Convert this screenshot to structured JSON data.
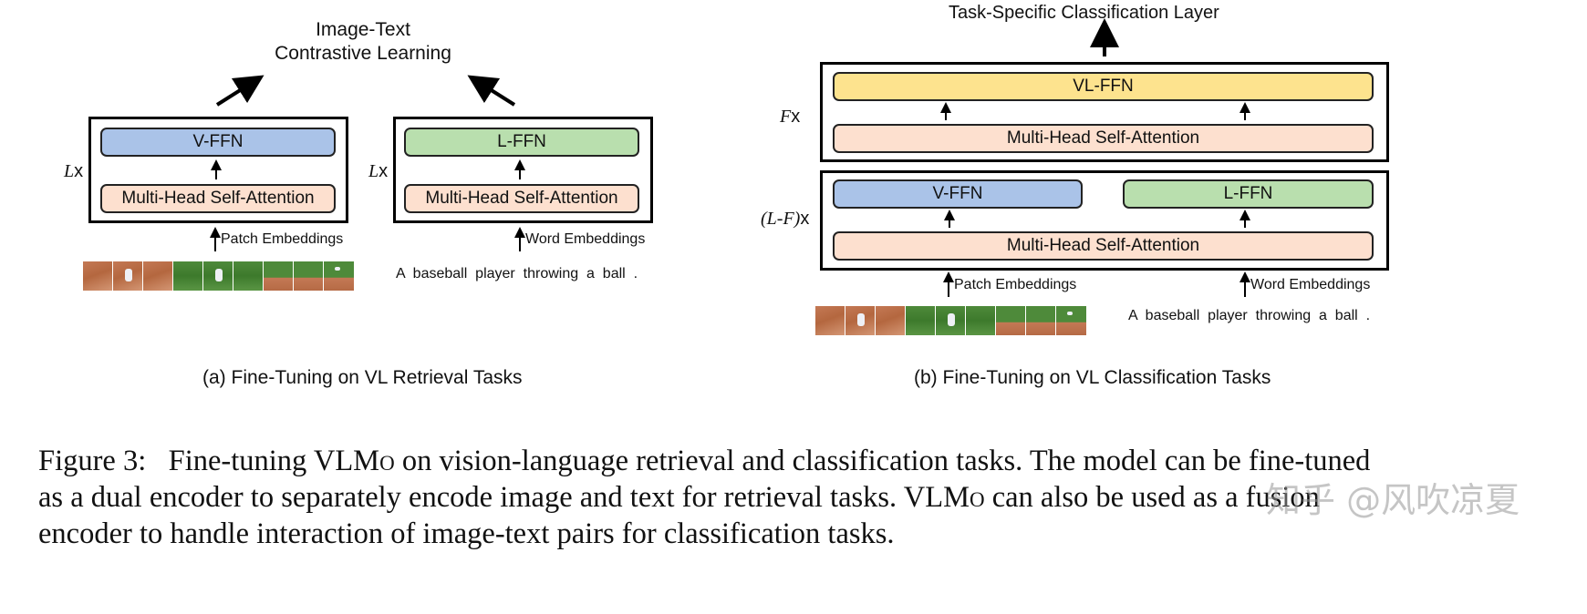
{
  "panel_a": {
    "title": "Image-Text\nContrastive Learning",
    "vision_block": {
      "ffn": "V-FFN",
      "attn": "Multi-Head Self-Attention",
      "mult_var": "L",
      "mult_x": "x"
    },
    "text_block": {
      "ffn": "L-FFN",
      "attn": "Multi-Head Self-Attention",
      "mult_var": "L",
      "mult_x": "x"
    },
    "patch_label": "Patch Embeddings",
    "word_label": "Word Embeddings",
    "sentence": "A  baseball  player  throwing  a  ball  .",
    "subcaption": "(a) Fine-Tuning on VL Retrieval Tasks"
  },
  "panel_b": {
    "top_label": "Task-Specific Classification Layer",
    "fusion_block": {
      "ffn": "VL-FFN",
      "attn": "Multi-Head Self-Attention",
      "mult_var": "F",
      "mult_x": "x"
    },
    "lower_block": {
      "vffn": "V-FFN",
      "lffn": "L-FFN",
      "attn": "Multi-Head Self-Attention",
      "mult_var": "(L-F)",
      "mult_x": "x"
    },
    "patch_label": "Patch Embeddings",
    "word_label": "Word Embeddings",
    "sentence": "A  baseball  player  throwing  a  ball  .",
    "subcaption": "(b) Fine-Tuning on VL Classification Tasks"
  },
  "caption": {
    "prefix": "Figure 3:",
    "part1": "Fine-tuning ",
    "vl": "VL",
    "mo": "Mo",
    "part2": " on vision-language retrieval and classification tasks. The model can be fine-tuned as a dual encoder to separately encode image and text for retrieval tasks. ",
    "vl2": "VL",
    "mo2": "Mo",
    "part3": " can also be used as a fusion encoder to handle interaction of image-text pairs for classification tasks."
  },
  "watermark": "知乎 @风吹凉夏",
  "colors": {
    "vffn": "#aac3e8",
    "lffn": "#b9dfae",
    "vlffn": "#fde38e",
    "mhsa": "#fde0cf"
  },
  "icons": [
    "arrow-up-icon",
    "arrow-diagonal-icon",
    "image-patch-icon"
  ]
}
